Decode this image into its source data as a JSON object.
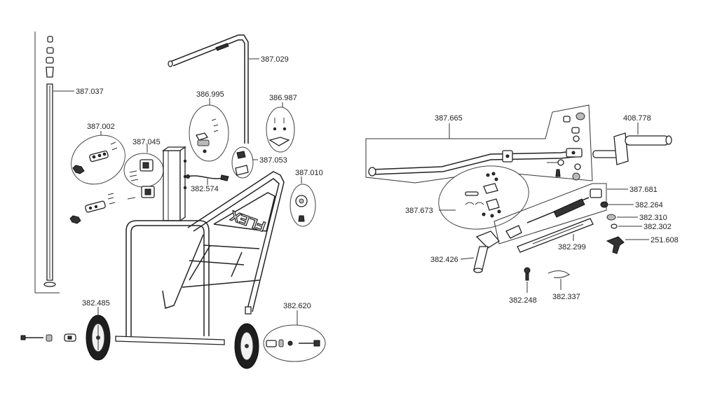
{
  "brand_text": "FLEX",
  "labels": {
    "p387037": "387.037",
    "p387029": "387.029",
    "p386995": "386.995",
    "p386987": "386.987",
    "p387002": "387.002",
    "p387045": "387.045",
    "p387053": "387.053",
    "p387010": "387.010",
    "p382574": "382.574",
    "p382485": "382.485",
    "p382620": "382.620",
    "p387665": "387.665",
    "p408778": "408.778",
    "p387681": "387.681",
    "p382264": "382.264",
    "p387673": "387.673",
    "p382310": "382.310",
    "p382302": "382.302",
    "p382299": "382.299",
    "p251608": "251.608",
    "p382426": "382.426",
    "p382248": "382.248",
    "p382337": "382.337"
  }
}
